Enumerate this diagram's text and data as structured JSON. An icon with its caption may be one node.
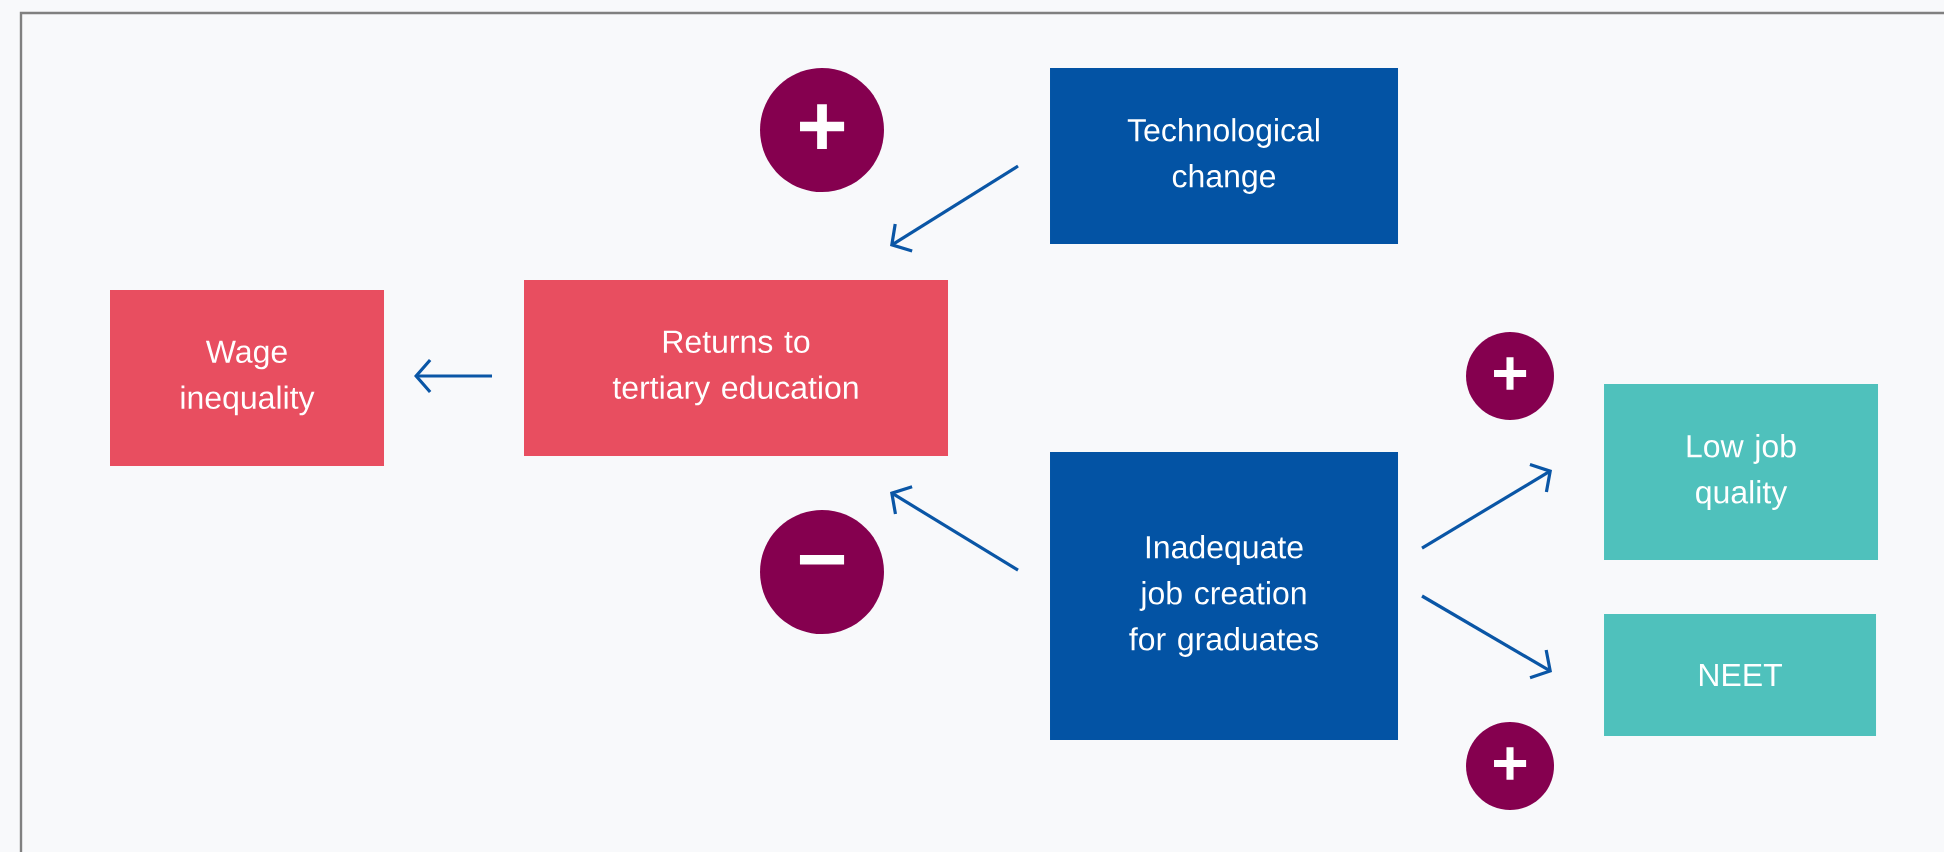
{
  "diagram": {
    "nodes": [
      {
        "text": [
          "Wage inequality"
        ]
      },
      {
        "text": [
          "Returns to tertiary education"
        ]
      },
      {
        "text": [
          "Technological change"
        ]
      },
      {
        "text": [
          "Inadequate job creation for graduates"
        ]
      },
      {
        "text": [
          "Low job quality"
        ]
      },
      {
        "text": [
          "NEET"
        ]
      }
    ],
    "edges": [
      {
        "from": 1,
        "to": 0,
        "arrow": "to"
      },
      {
        "from": 2,
        "to": 1,
        "arrow": "to",
        "label": "+"
      },
      {
        "from": 3,
        "to": 1,
        "arrow": "to",
        "label": "−"
      },
      {
        "from": 3,
        "to": 4,
        "arrow": "to",
        "label": "+"
      },
      {
        "from": 3,
        "to": 5,
        "arrow": "to",
        "label": "+"
      }
    ]
  }
}
